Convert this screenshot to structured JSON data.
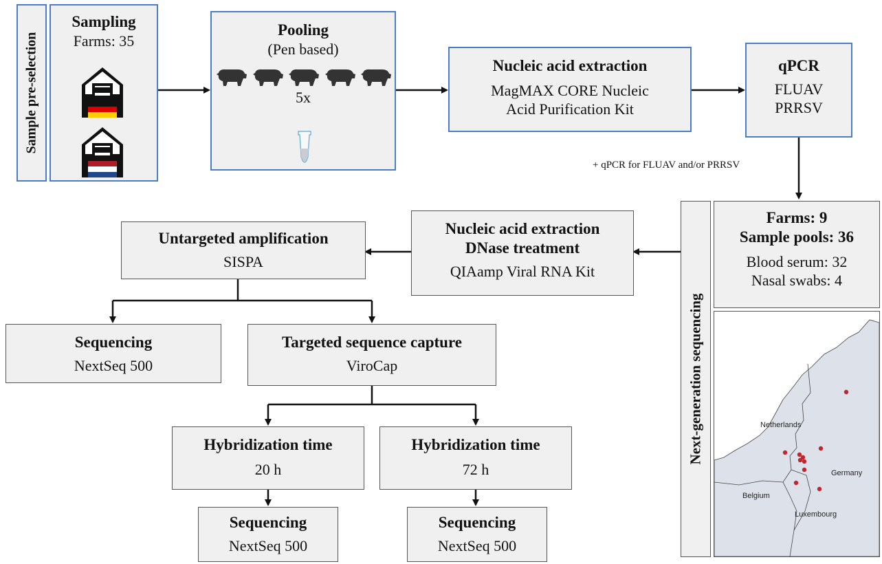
{
  "sample_preselection": {
    "label": "Sample pre-selection",
    "sampling": {
      "title": "Sampling",
      "farms": "Farms: 35"
    }
  },
  "pooling": {
    "title": "Pooling",
    "subtitle": "(Pen based)",
    "multiplier": "5x"
  },
  "extraction1": {
    "title": "Nucleic acid extraction",
    "line1": "MagMAX CORE Nucleic",
    "line2": "Acid Purification Kit"
  },
  "qpcr": {
    "title": "qPCR",
    "line1": "FLUAV",
    "line2": "PRRSV"
  },
  "qpcr_note": "+ qPCR for FLUAV and/or PRRSV",
  "ngs": {
    "label": "Next-generation sequencing",
    "farms": "Farms: 9",
    "pools": "Sample pools: 36",
    "serum": "Blood serum: 32",
    "swabs": "Nasal swabs: 4",
    "map_labels": {
      "netherlands": "Netherlands",
      "germany": "Germany",
      "belgium": "Belgium",
      "luxembourg": "Luxembourg"
    }
  },
  "extraction2": {
    "title1": "Nucleic acid extraction",
    "title2": "DNase treatment",
    "line": "QIAamp Viral RNA Kit"
  },
  "untargeted": {
    "title": "Untargeted amplification",
    "line": "SISPA"
  },
  "seq1": {
    "title": "Sequencing",
    "line": "NextSeq 500"
  },
  "targeted": {
    "title": "Targeted sequence capture",
    "line": "ViroCap"
  },
  "hyb20": {
    "title": "Hybridization time",
    "line": "20 h"
  },
  "hyb72": {
    "title": "Hybridization time",
    "line": "72 h"
  },
  "seq20": {
    "title": "Sequencing",
    "line": "NextSeq 500"
  },
  "seq72": {
    "title": "Sequencing",
    "line": "NextSeq 500"
  },
  "colors": {
    "box_border_blue": "#4a7cc9",
    "box_fill": "#f0f0f0",
    "map_water": "#ffffff",
    "map_land": "#dde1ea",
    "farm_dot": "#c0262d"
  }
}
